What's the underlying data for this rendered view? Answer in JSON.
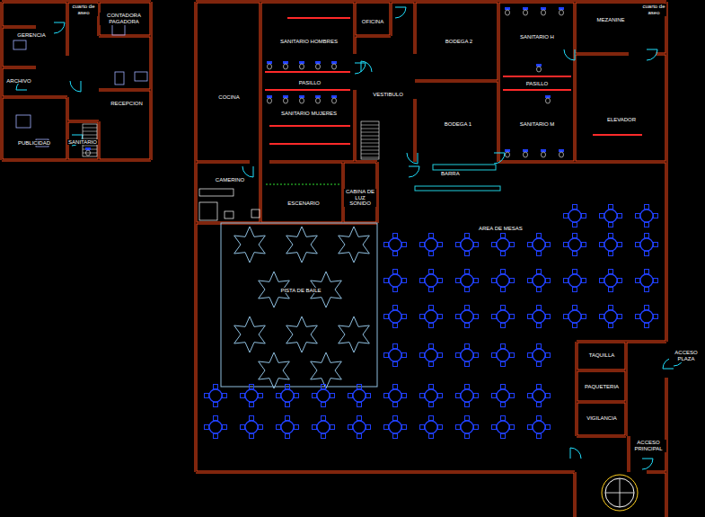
{
  "diagram": {
    "nodes": [
      {
        "text": [
          "cuarto de aseo"
        ]
      },
      {
        "text": [
          "GERENCIA"
        ]
      },
      {
        "text": [
          "CONTADORA PAGADORA"
        ]
      },
      {
        "text": [
          "ARCHIVO"
        ]
      },
      {
        "text": [
          "RECEPCION"
        ]
      },
      {
        "text": [
          "PUBLICIDAD"
        ]
      },
      {
        "text": [
          "SANITARIO"
        ]
      },
      {
        "text": [
          "COCINA"
        ]
      },
      {
        "text": [
          "SANITARIO HOMBRES"
        ]
      },
      {
        "text": [
          "PASILLO"
        ]
      },
      {
        "text": [
          "SANITARIO MUJERES"
        ]
      },
      {
        "text": [
          "OFICINA"
        ]
      },
      {
        "text": [
          "VESTIBULO"
        ]
      },
      {
        "text": [
          "BODEGA 2"
        ]
      },
      {
        "text": [
          "BODEGA 1"
        ]
      },
      {
        "text": [
          "SANITARIO H"
        ]
      },
      {
        "text": [
          "PASILLO"
        ]
      },
      {
        "text": [
          "SANITARIO M"
        ]
      },
      {
        "text": [
          "MEZANINE"
        ]
      },
      {
        "text": [
          "cuarto de aseo"
        ]
      },
      {
        "text": [
          "ELEVADOR"
        ]
      },
      {
        "text": [
          "CAMERINO"
        ]
      },
      {
        "text": [
          "ESCENARIO"
        ]
      },
      {
        "text": [
          "CABINA DE LUZ SONIDO"
        ]
      },
      {
        "text": [
          "PISTA DE BAILE"
        ]
      },
      {
        "text": [
          "TAQUILLA"
        ]
      },
      {
        "text": [
          "PAQUETERIA"
        ]
      },
      {
        "text": [
          "VIGILANCIA"
        ]
      },
      {
        "text": [
          "ACCESO PLAZA"
        ]
      },
      {
        "text": [
          "ACCESO PRINCIPAL"
        ]
      }
    ],
    "labels": [
      "BARRA",
      "AREA DE MESAS"
    ]
  }
}
